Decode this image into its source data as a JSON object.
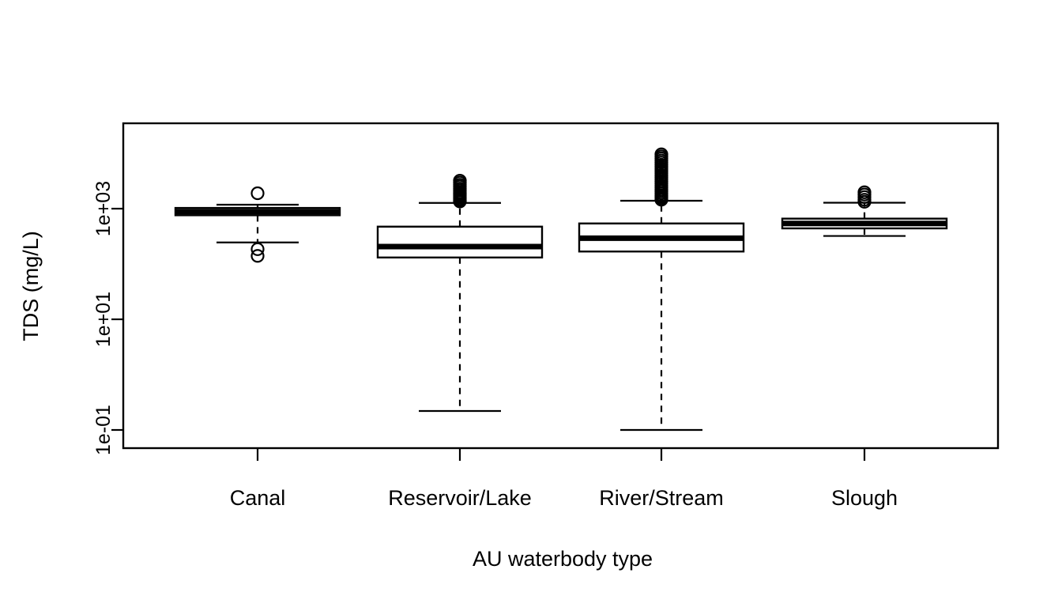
{
  "chart_data": {
    "type": "box",
    "title": "",
    "xlabel": "AU waterbody type",
    "ylabel": "TDS (mg/L)",
    "y_scale": "log10",
    "ylim": [
      0.012,
      12000
    ],
    "y_ticks": [
      {
        "value": 1000,
        "label": "1e+03"
      },
      {
        "value": 10,
        "label": "1e+01"
      },
      {
        "value": 0.1,
        "label": "1e-01"
      }
    ],
    "grid": false,
    "legend": null,
    "categories": [
      "Canal",
      "Reservoir/Lake",
      "River/Stream",
      "Slough"
    ],
    "boxes": [
      {
        "category": "Canal",
        "whisker_low": 245,
        "q1": 760,
        "median": 880,
        "q3": 1030,
        "whisker_high": 1180,
        "outliers_high": [
          1900
        ],
        "outliers_low": [
          185,
          140
        ]
      },
      {
        "category": "Reservoir/Lake",
        "whisker_low": 0.22,
        "q1": 131,
        "median": 206,
        "q3": 473,
        "whisker_high": 1270,
        "outliers_high": [
          1350,
          1420,
          1500,
          1600,
          1700,
          1800,
          1900,
          2000,
          2150,
          2300,
          2500,
          2700,
          2950,
          3200
        ],
        "outliers_low": []
      },
      {
        "category": "River/Stream",
        "whisker_low": 0.1,
        "q1": 168,
        "median": 292,
        "q3": 540,
        "whisker_high": 1390,
        "outliers_high": [
          1450,
          1550,
          1650,
          1750,
          1900,
          2050,
          2200,
          2400,
          2600,
          2850,
          3100,
          3400,
          3700,
          4000,
          4400,
          4800,
          5200,
          5700,
          6200,
          6800,
          7400,
          8100,
          8800,
          9600
        ],
        "outliers_low": []
      },
      {
        "category": "Slough",
        "whisker_low": 321,
        "q1": 440,
        "median": 540,
        "q3": 660,
        "whisker_high": 1280,
        "outliers_high": [
          1330,
          1450,
          1620,
          1800,
          1980
        ],
        "outliers_low": []
      }
    ]
  }
}
